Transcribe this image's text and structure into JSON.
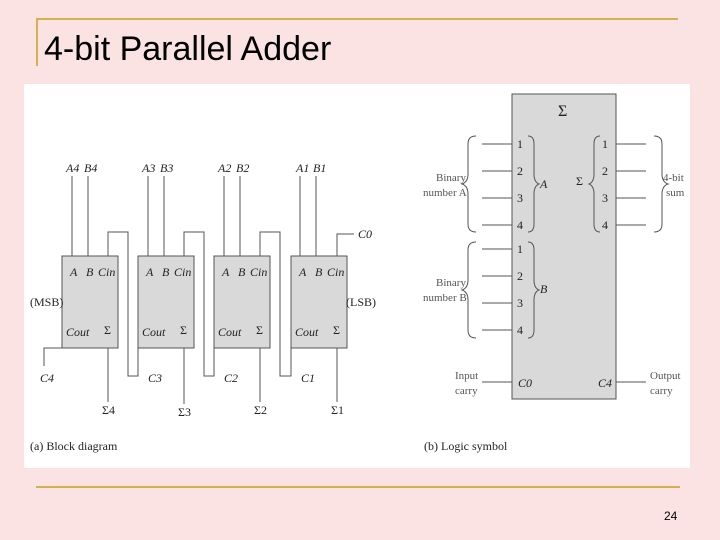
{
  "slide": {
    "title": "4-bit Parallel Adder",
    "page_number": "24"
  },
  "colors": {
    "background": "#fbe3e3",
    "rule": "#d4b04e",
    "adder_fill": "#d9d9d9",
    "line": "#555555"
  },
  "block_diagram": {
    "caption": "(a) Block diagram",
    "msb_label": "(MSB)",
    "lsb_label": "(LSB)",
    "carry_in": "C0",
    "adders": [
      {
        "a": "A4",
        "b": "B4",
        "carry_out": "C4",
        "sum": "Σ4"
      },
      {
        "a": "A3",
        "b": "B3",
        "carry_out": "C3",
        "sum": "Σ3"
      },
      {
        "a": "A2",
        "b": "B2",
        "carry_out": "C2",
        "sum": "Σ2"
      },
      {
        "a": "A1",
        "b": "B1",
        "carry_out": "C1",
        "sum": "Σ1"
      }
    ],
    "cell_labels": {
      "a": "A",
      "b": "B",
      "cin": "Cin",
      "cout": "Cout",
      "sum": "Σ"
    }
  },
  "logic_symbol": {
    "caption": "(b) Logic symbol",
    "header": "Σ",
    "input_a_label_line1": "Binary",
    "input_a_label_line2": "number A",
    "input_b_label_line1": "Binary",
    "input_b_label_line2": "number B",
    "output_label_line1": "4-bit",
    "output_label_line2": "sum",
    "carry_in_label_line1": "Input",
    "carry_in_label_line2": "carry",
    "carry_out_label_line1": "Output",
    "carry_out_label_line2": "carry",
    "a_group": "A",
    "b_group": "B",
    "sum_group": "Σ",
    "c0": "C0",
    "c4": "C4",
    "pins": [
      "1",
      "2",
      "3",
      "4"
    ]
  }
}
